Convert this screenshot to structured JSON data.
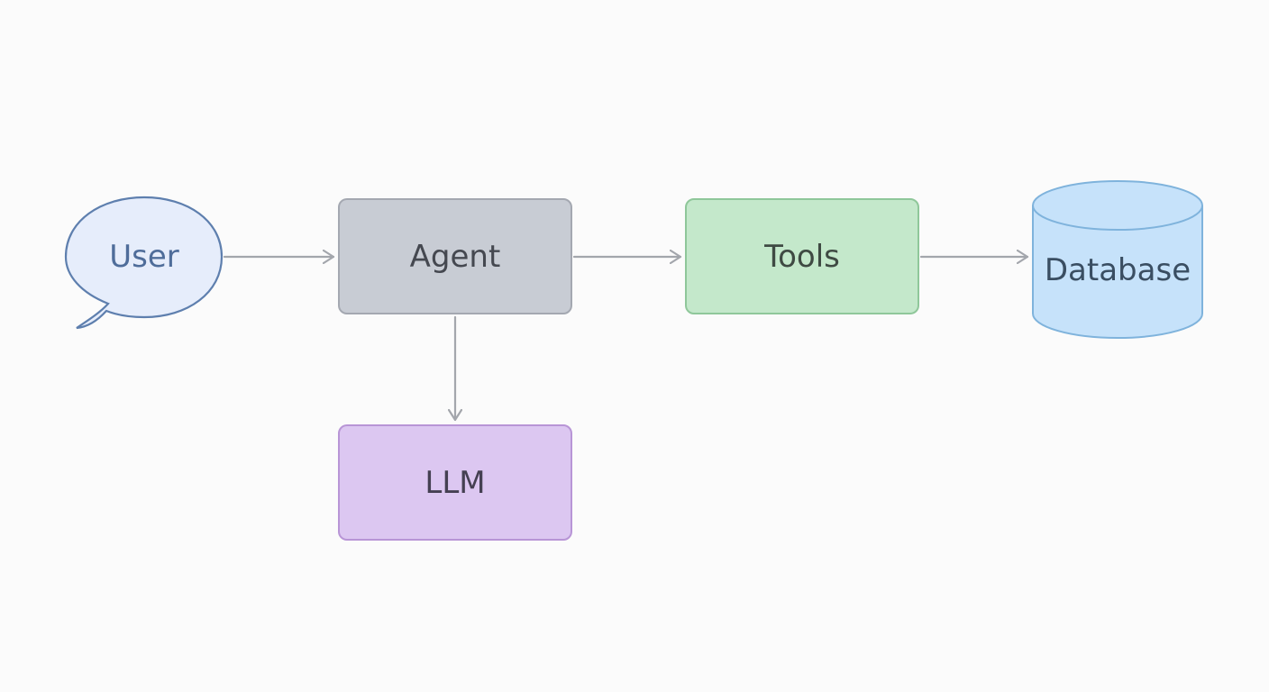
{
  "nodes": {
    "user": {
      "label": "User",
      "shape": "speech-bubble",
      "fill": "#e6edfb",
      "stroke": "#5e7fae",
      "text_color": "#4f6d9a"
    },
    "agent": {
      "label": "Agent",
      "shape": "rounded-rect",
      "fill": "#c8ccd4",
      "stroke": "#a4a8b1",
      "text_color": "#454850"
    },
    "tools": {
      "label": "Tools",
      "shape": "rounded-rect",
      "fill": "#c4e8cb",
      "stroke": "#8fc79a",
      "text_color": "#3f4a43"
    },
    "database": {
      "label": "Database",
      "shape": "cylinder",
      "fill": "#c6e2fa",
      "stroke": "#7fb3dc",
      "text_color": "#3a4e62"
    },
    "llm": {
      "label": "LLM",
      "shape": "rounded-rect",
      "fill": "#dcc7f1",
      "stroke": "#b895d6",
      "text_color": "#454052"
    }
  },
  "edges": [
    {
      "from": "user",
      "to": "agent"
    },
    {
      "from": "agent",
      "to": "tools"
    },
    {
      "from": "tools",
      "to": "database"
    },
    {
      "from": "agent",
      "to": "llm"
    }
  ],
  "edge_color": "#a3a6ac"
}
